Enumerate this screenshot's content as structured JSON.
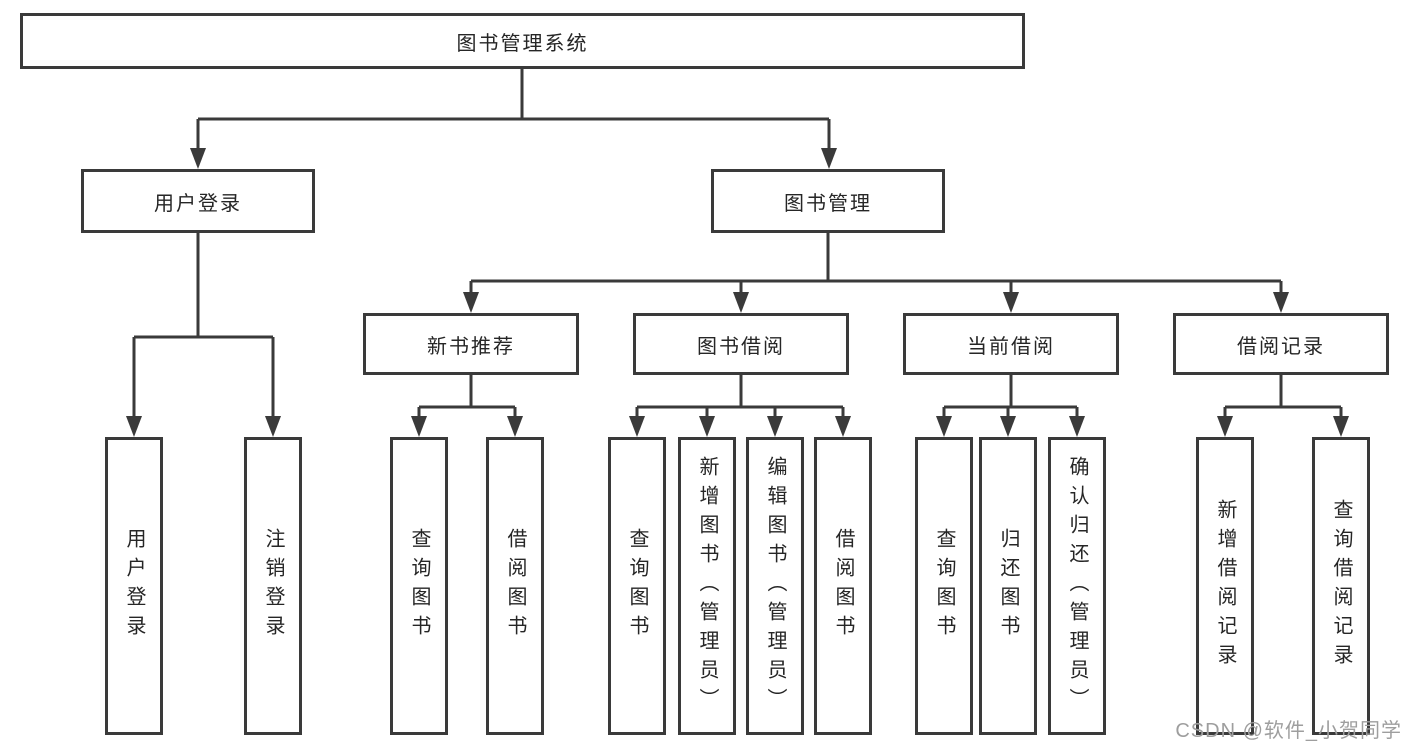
{
  "root": {
    "label": "图书管理系统"
  },
  "level2": {
    "user_login": {
      "label": "用户登录"
    },
    "book_management": {
      "label": "图书管理"
    }
  },
  "level3": {
    "new_book_recommend": {
      "label": "新书推荐"
    },
    "book_borrowing": {
      "label": "图书借阅"
    },
    "current_borrowing": {
      "label": "当前借阅"
    },
    "borrowing_records": {
      "label": "借阅记录"
    }
  },
  "leaves": {
    "user_login_leaf": {
      "label": "用户登录"
    },
    "logout": {
      "label": "注销登录"
    },
    "recommend_query_book": {
      "label": "查询图书"
    },
    "recommend_borrow_book": {
      "label": "借阅图书"
    },
    "borrow_query_book": {
      "label": "查询图书"
    },
    "borrow_add_book": {
      "label": "新增图书（管理员）"
    },
    "borrow_edit_book": {
      "label": "编辑图书（管理员）"
    },
    "borrow_borrow_book": {
      "label": "借阅图书"
    },
    "current_query_book": {
      "label": "查询图书"
    },
    "current_return_book": {
      "label": "归还图书"
    },
    "current_confirm_return": {
      "label": "确认归还（管理员）"
    },
    "records_add_record": {
      "label": "新增借阅记录"
    },
    "records_query_record": {
      "label": "查询借阅记录"
    }
  },
  "watermark": {
    "text": "CSDN @软件_小贺同学"
  },
  "colors": {
    "line": "#3a3a3a",
    "text": "#262626",
    "watermark_gray": "#9e9e9e",
    "background": "#ffffff"
  }
}
